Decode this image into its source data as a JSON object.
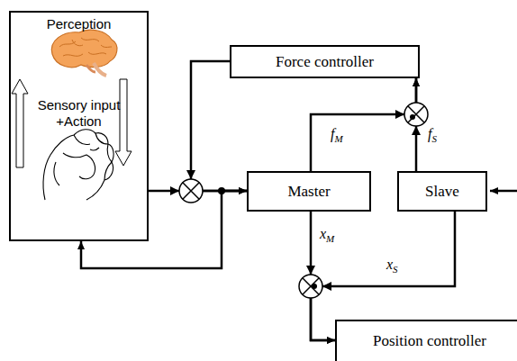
{
  "diagram": {
    "nodes": [
      {
        "text": [
          "Perception",
          "Sensory input +Action"
        ]
      },
      {
        "text": [
          "Force controller"
        ]
      },
      {
        "text": [
          "Master"
        ]
      },
      {
        "text": [
          "Slave"
        ]
      },
      {
        "text": [
          "Position controller"
        ]
      }
    ],
    "edges": [
      {
        "from": 0,
        "to": 2,
        "arrow": "to"
      },
      {
        "from": 1,
        "to": 2,
        "arrow": "to"
      },
      {
        "from": 2,
        "to": 0,
        "arrow": "to"
      },
      {
        "from": 2,
        "to": 1,
        "arrow": "to"
      },
      {
        "from": 3,
        "to": 1,
        "arrow": "to"
      },
      {
        "from": 2,
        "to": 4,
        "arrow": "to"
      },
      {
        "from": 3,
        "to": 4,
        "arrow": "to"
      }
    ],
    "labels": [
      "fM",
      "fS",
      "xM",
      "xS"
    ]
  }
}
